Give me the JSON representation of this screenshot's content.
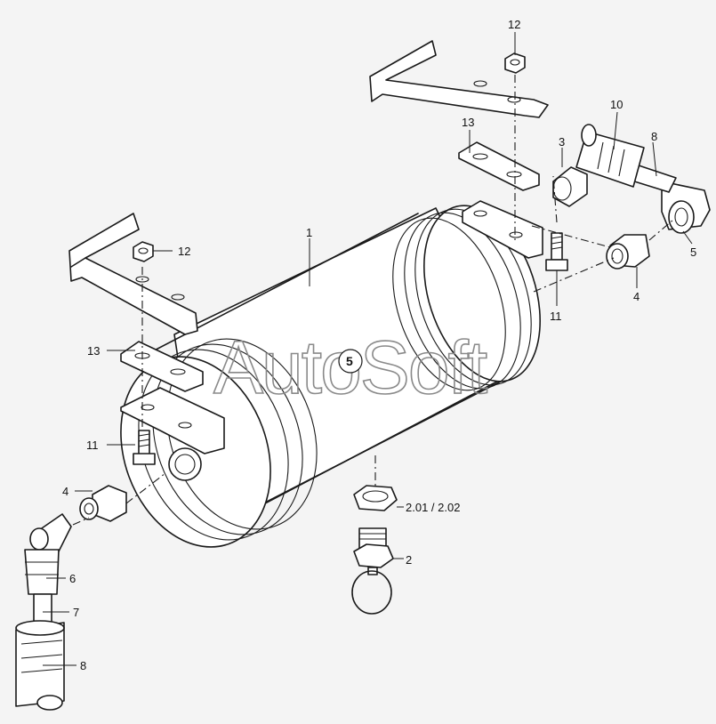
{
  "watermark": "AutoSoft",
  "badge": "5",
  "callouts": {
    "c1": "1",
    "c2": "2",
    "c2x": "2.01 / 2.02",
    "c3": "3",
    "c4a": "4",
    "c4b": "4",
    "c5a": "5",
    "c6": "6",
    "c7": "7",
    "c8a": "8",
    "c8b": "8",
    "c10": "10",
    "c11a": "11",
    "c11b": "11",
    "c12a": "12",
    "c12b": "12",
    "c13a": "13",
    "c13b": "13"
  }
}
